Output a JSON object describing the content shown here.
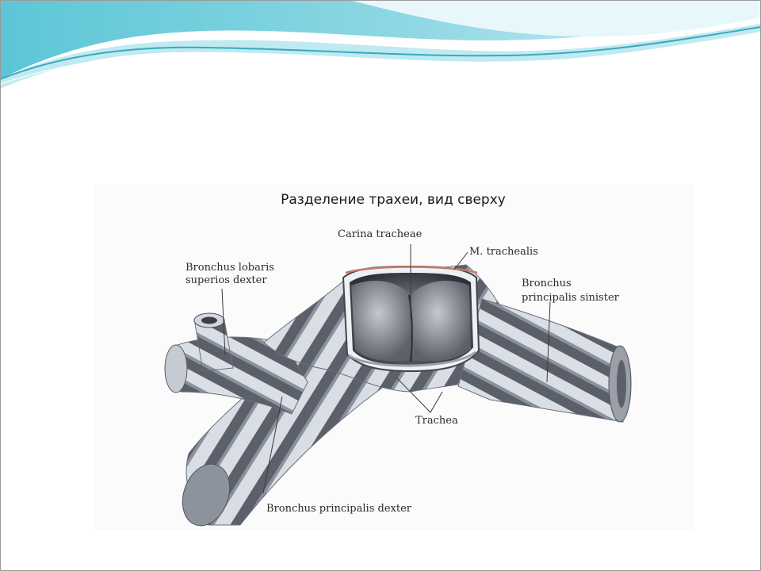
{
  "figure": {
    "title": "Разделение трахеи, вид сверху",
    "labels": {
      "carina": "Carina tracheae",
      "trachealis": "M. trachealis",
      "lobaris_line1": "Bronchus lobaris",
      "lobaris_line2": "superios dexter",
      "sinister_line1": "Bronchus",
      "sinister_line2": "principalis sinister",
      "trachea": "Trachea",
      "dexter": "Bronchus principalis dexter"
    }
  },
  "colors": {
    "banner_teal": "#4fc3d4",
    "banner_light": "#bfeaf1",
    "cartilage_band": "#d9dde4",
    "ring_dark": "#5b606b",
    "lumen_dark": "#3c3f45"
  }
}
